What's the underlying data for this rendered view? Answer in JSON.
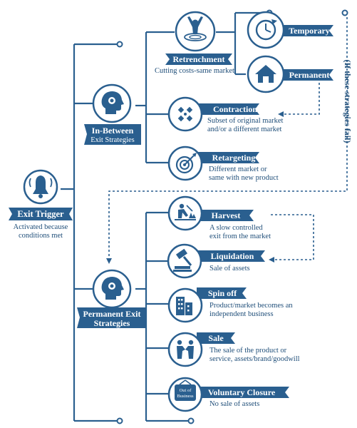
{
  "colors": {
    "primary": "#2a5f8f",
    "dark": "#1f4e79",
    "white": "#ffffff"
  },
  "exit_trigger": {
    "title": "Exit Trigger",
    "desc": [
      "Activated because",
      "conditions met"
    ],
    "icon": "bell-icon"
  },
  "in_between": {
    "title": "In-Between",
    "subtitle": "Exit Strategies",
    "icon": "head-gear-icon"
  },
  "permanent_exit": {
    "title": "Permanent Exit",
    "subtitle": "Strategies",
    "icon": "head-gear-icon"
  },
  "retrenchment": {
    "title": "Retrenchment",
    "desc": [
      "Cutting costs-same market"
    ],
    "icon": "person-sinking-icon"
  },
  "temporary": {
    "title": "Temporary",
    "icon": "clock-icon"
  },
  "permanent": {
    "title": "Permanent",
    "icon": "house-icon"
  },
  "contraction": {
    "title": "Contraction",
    "desc": [
      "Subset of original market",
      "and/or a different market"
    ],
    "icon": "contract-arrows-icon"
  },
  "retargeting": {
    "title": "Retargeting",
    "desc": [
      "Different market or",
      "same with new product"
    ],
    "icon": "target-icon"
  },
  "fail_note": "(If these strategies fail)",
  "harvest": {
    "title": "Harvest",
    "desc": [
      "A slow controlled",
      "exit from the market"
    ],
    "icon": "harvest-icon"
  },
  "liquidation": {
    "title": "Liquidation",
    "desc": [
      "Sale of assets"
    ],
    "icon": "gavel-icon"
  },
  "spin_off": {
    "title": "Spin off",
    "desc": [
      "Product/market becomes an",
      "independent business"
    ],
    "icon": "buildings-icon"
  },
  "sale": {
    "title": "Sale",
    "desc": [
      "The sale of the product or",
      "service, assets/brand/goodwill"
    ],
    "icon": "handshake-icon"
  },
  "voluntary_closure": {
    "title": "Voluntary Closure",
    "desc": [
      "No sale of assets"
    ],
    "icon": "out-of-business-sign-icon",
    "sign_text": [
      "Out of",
      "Business"
    ]
  }
}
